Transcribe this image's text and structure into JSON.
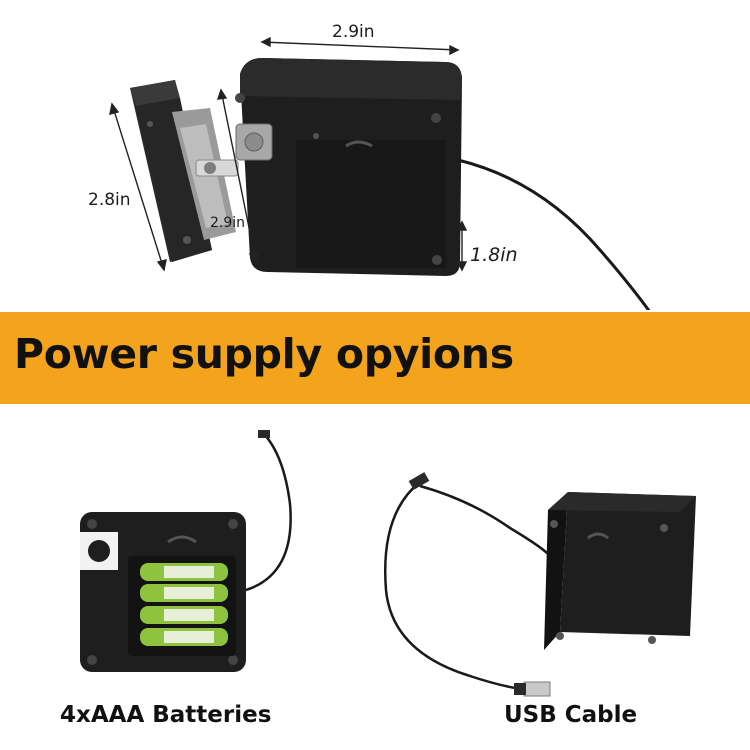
{
  "banner": {
    "title": "Power supply opyions",
    "background": "#f4a41c"
  },
  "dimensions": {
    "top_width": "2.9in",
    "strike_height": "2.8in",
    "side_width": "2.9in",
    "depth": "1.8in"
  },
  "options": [
    {
      "caption": "4xAAA Batteries"
    },
    {
      "caption": "USB Cable"
    }
  ],
  "colors": {
    "lock_body": "#1e1e1e",
    "battery_green": "#8fc23e",
    "banner": "#f4a41c"
  }
}
